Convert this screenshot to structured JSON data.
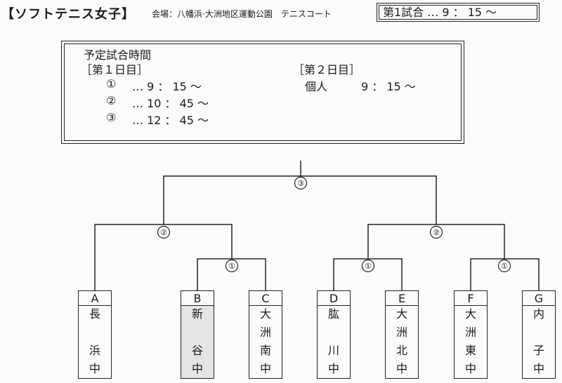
{
  "header": {
    "title": "【ソフトテニス女子】",
    "venue": "会場：八幡浜·大洲地区運動公園　テニスコート",
    "first_match": "第1試合 … 9 ： 15 ～"
  },
  "schedule": {
    "heading": "予定試合時間",
    "day1": {
      "label": "［第１日目］",
      "rows": [
        {
          "num": "①",
          "time": "… 9 ： 15 ～"
        },
        {
          "num": "②",
          "time": "… 10 ： 45 ～"
        },
        {
          "num": "③",
          "time": "… 12 ： 45 ～"
        }
      ]
    },
    "day2": {
      "label": "［第２日目］",
      "event": "個人",
      "time": "9 ： 15 ～"
    }
  },
  "bracket": {
    "match_labels": {
      "m1": "①",
      "m2": "②",
      "m3": "③"
    }
  },
  "teams": [
    {
      "letter": "A",
      "name": [
        "長",
        "",
        "浜",
        "中"
      ],
      "highlighted": false
    },
    {
      "letter": "B",
      "name": [
        "新",
        "",
        "谷",
        "中"
      ],
      "highlighted": true
    },
    {
      "letter": "C",
      "name": [
        "大",
        "洲",
        "南",
        "中"
      ],
      "highlighted": false
    },
    {
      "letter": "D",
      "name": [
        "肱",
        "",
        "川",
        "中"
      ],
      "highlighted": false
    },
    {
      "letter": "E",
      "name": [
        "大",
        "洲",
        "北",
        "中"
      ],
      "highlighted": false
    },
    {
      "letter": "F",
      "name": [
        "大",
        "洲",
        "東",
        "中"
      ],
      "highlighted": false
    },
    {
      "letter": "G",
      "name": [
        "内",
        "",
        "子",
        "中"
      ],
      "highlighted": false
    }
  ]
}
